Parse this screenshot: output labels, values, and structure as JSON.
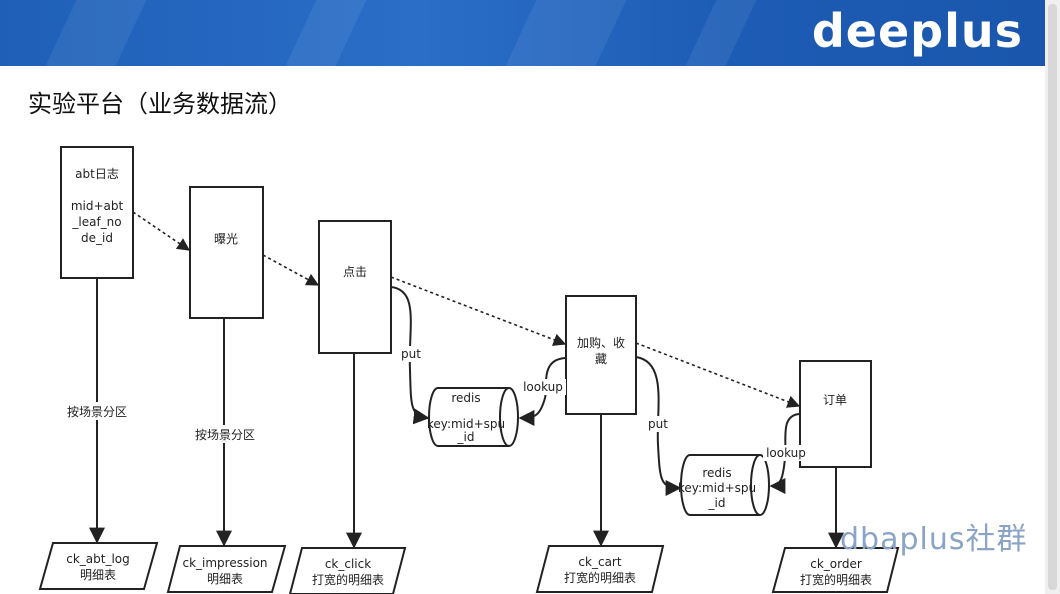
{
  "header": {
    "logo": "deeplus"
  },
  "title": "实验平台（业务数据流）",
  "watermark": "dbaplus社群",
  "nodes": {
    "abt_log": [
      "abt日志",
      "",
      "mid+abt",
      "_leaf_no",
      "de_id"
    ],
    "exposure": [
      "曝光"
    ],
    "click": [
      "点击"
    ],
    "cart": [
      "加购、收",
      "藏"
    ],
    "order": [
      "订单"
    ]
  },
  "edge_labels": {
    "partition1": "按场景分区",
    "partition2": "按场景分区",
    "put1": "put",
    "lookup1": "lookup",
    "put2": "put",
    "lookup2": "lookup"
  },
  "redis": {
    "r1": [
      "redis",
      "",
      "key:mid+spu",
      "_id"
    ],
    "r2": [
      "redis",
      "key:mid+spu",
      "_id"
    ]
  },
  "tables": {
    "t1": [
      "ck_abt_log",
      "明细表"
    ],
    "t2": [
      "ck_impression",
      "明细表"
    ],
    "t3": [
      "ck_click",
      "打宽的明细表"
    ],
    "t4": [
      "ck_cart",
      "打宽的明细表"
    ],
    "t5": [
      "ck_order",
      "打宽的明细表"
    ]
  }
}
